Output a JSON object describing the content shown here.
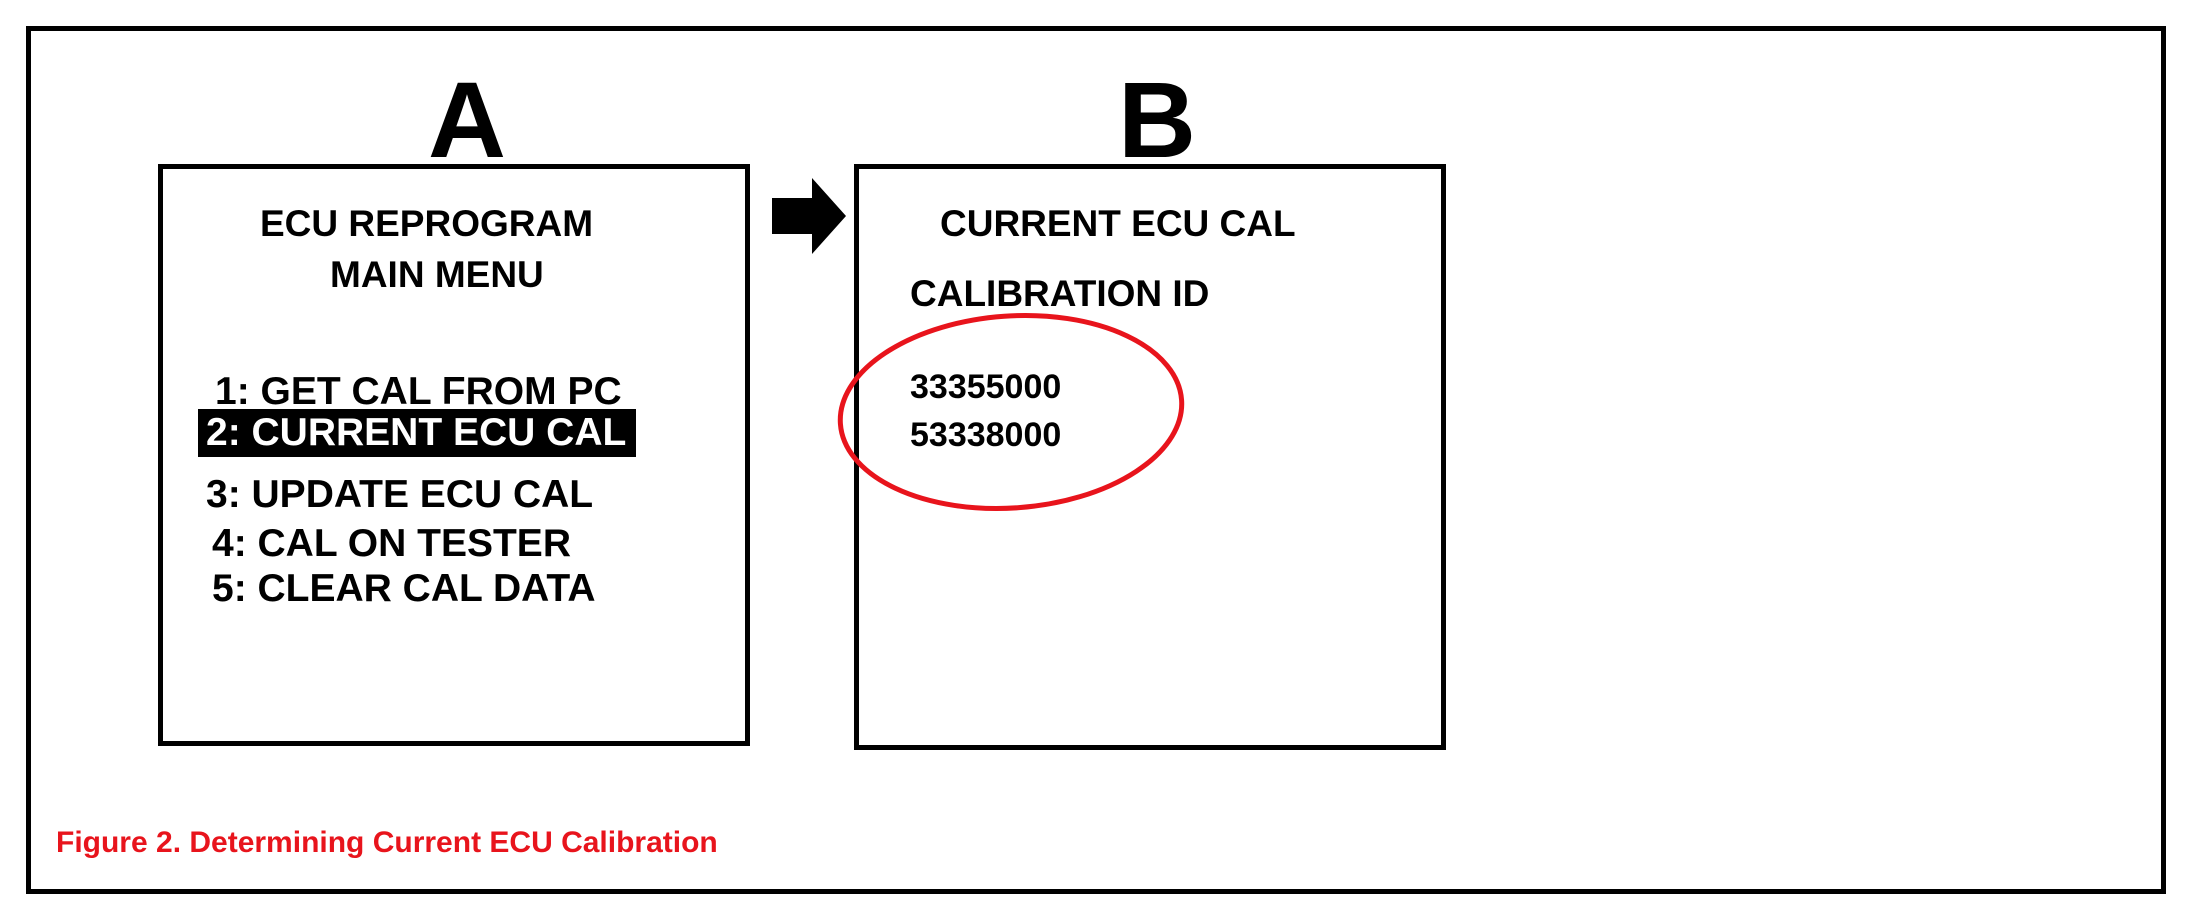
{
  "panel_a": {
    "letter": "A",
    "title_line1": "ECU REPROGRAM",
    "title_line2": "MAIN MENU",
    "menu_items": [
      {
        "label": "1: GET CAL FROM PC",
        "selected": false
      },
      {
        "label": "2: CURRENT ECU CAL",
        "selected": true
      },
      {
        "label": "3: UPDATE ECU CAL",
        "selected": false
      },
      {
        "label": "4: CAL ON TESTER",
        "selected": false
      },
      {
        "label": "5: CLEAR CAL DATA",
        "selected": false
      }
    ]
  },
  "panel_b": {
    "letter": "B",
    "title": "CURRENT ECU CAL",
    "subtitle": "CALIBRATION ID",
    "calibration_ids": [
      "33355000",
      "53338000"
    ]
  },
  "caption": "Figure 2. Determining Current ECU Calibration",
  "icons": {
    "arrow": "right-arrow-icon",
    "highlight": "highlight-ellipse"
  },
  "colors": {
    "caption": "#e8141c",
    "highlight_ellipse": "#e8141c",
    "selected_bg": "#000000",
    "selected_text": "#ffffff"
  }
}
